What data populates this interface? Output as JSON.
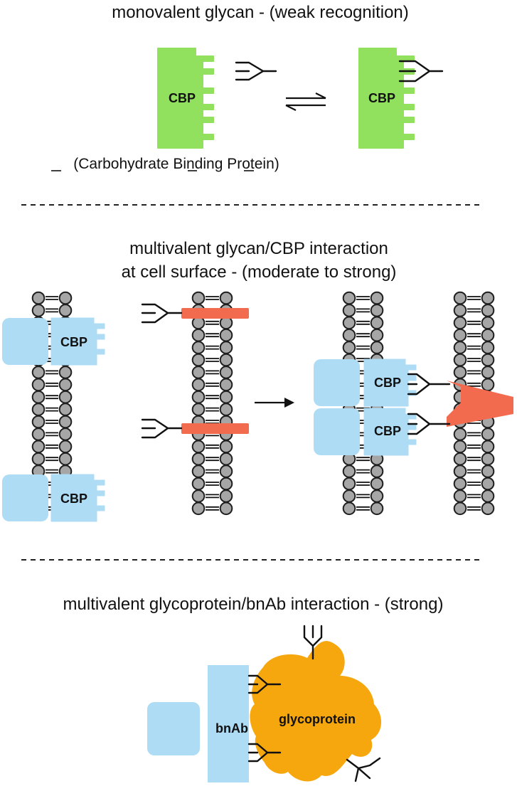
{
  "sections": {
    "monovalent": {
      "title": "monovalent glycan - (weak recognition)",
      "cbp_label": "CBP",
      "definition": "(Carbohydrate Binding Protein)"
    },
    "multivalent_cbp": {
      "title_line1": "multivalent glycan/CBP interaction",
      "title_line2": "at cell surface - (moderate to strong)",
      "cbp_label": "CBP"
    },
    "glycoprotein_bnab": {
      "title": "multivalent glycoprotein/bnAb interaction - (strong)",
      "bnab_label": "bnAb",
      "glycoprotein_label": "glycoprotein"
    }
  },
  "colors": {
    "cbp_green": "#92e15e",
    "protein_blue": "#afdcf5",
    "glycolipid_orange": "#f26b4e",
    "glycoprotein_gold": "#f5a70d",
    "lipid_bead_gray": "#a6a6a6"
  }
}
